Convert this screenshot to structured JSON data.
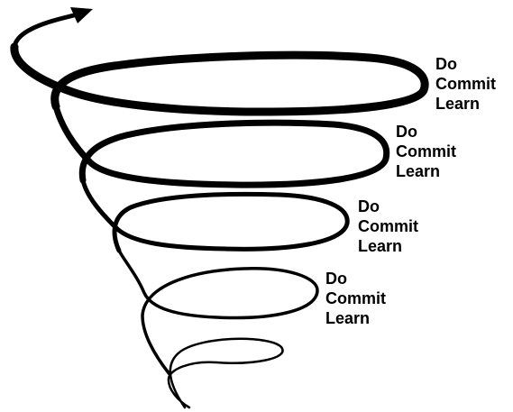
{
  "spiral_labels": [
    {
      "do": "Do",
      "commit": "Commit",
      "learn": "Learn"
    },
    {
      "do": "Do",
      "commit": "Commit",
      "learn": "Learn"
    },
    {
      "do": "Do",
      "commit": "Commit",
      "learn": "Learn"
    },
    {
      "do": "Do",
      "commit": "Commit",
      "learn": "Learn"
    }
  ],
  "colors": {
    "stroke": "#000000",
    "background": "#ffffff"
  }
}
